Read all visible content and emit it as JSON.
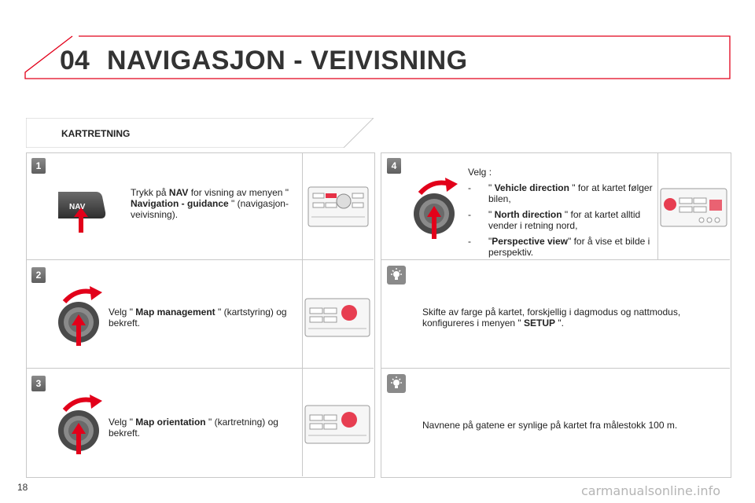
{
  "header": {
    "chapter": "04",
    "title": "NAVIGASJON - VEIVISNING"
  },
  "section": {
    "title": "KARTRETNING"
  },
  "steps": [
    {
      "number": "1",
      "text_pre": "Trykk på ",
      "bold1": "NAV",
      "text_mid1": " for visning av menyen \"",
      "bold2": " Navigation - guidance ",
      "text_post": "\" (navigasjon-veivisning).",
      "button_label": "NAV"
    },
    {
      "number": "2",
      "text_pre": "Velg \" ",
      "bold1": "Map management",
      "text_post": " \" (kartstyring) og bekreft."
    },
    {
      "number": "3",
      "text_pre": "Velg \" ",
      "bold1": "Map orientation",
      "text_post": " \" (kartretning) og bekreft."
    },
    {
      "number": "4",
      "intro": "Velg :",
      "options": [
        {
          "dash": "-",
          "pre": "\" ",
          "bold": "Vehicle direction",
          "post": " \" for at kartet følger bilen,"
        },
        {
          "dash": "-",
          "pre": "\" ",
          "bold": "North direction",
          "post": " \" for at kartet alltid vender i retning nord,"
        },
        {
          "dash": "-",
          "pre": "\"",
          "bold": "Perspective view",
          "post": "\" for å vise et bilde i perspektiv."
        }
      ]
    }
  ],
  "tips": [
    {
      "pre": "Skifte av farge på kartet, forskjellig i dagmodus og nattmodus, konfigureres i menyen \" ",
      "bold": "SETUP",
      "post": " \"."
    },
    {
      "text": "Navnene på gatene er synlige på kartet fra målestokk 100 m."
    }
  ],
  "page_number": "18",
  "watermark": "carmanualsonline.info",
  "colors": {
    "accent": "#e2001a",
    "knob": "#5a5a5a"
  },
  "icons": [
    "nav-button-icon",
    "rotary-knob-icon",
    "rotate-arrow-icon",
    "press-arrow-icon",
    "control-panel-icon",
    "lightbulb-tip-icon"
  ]
}
